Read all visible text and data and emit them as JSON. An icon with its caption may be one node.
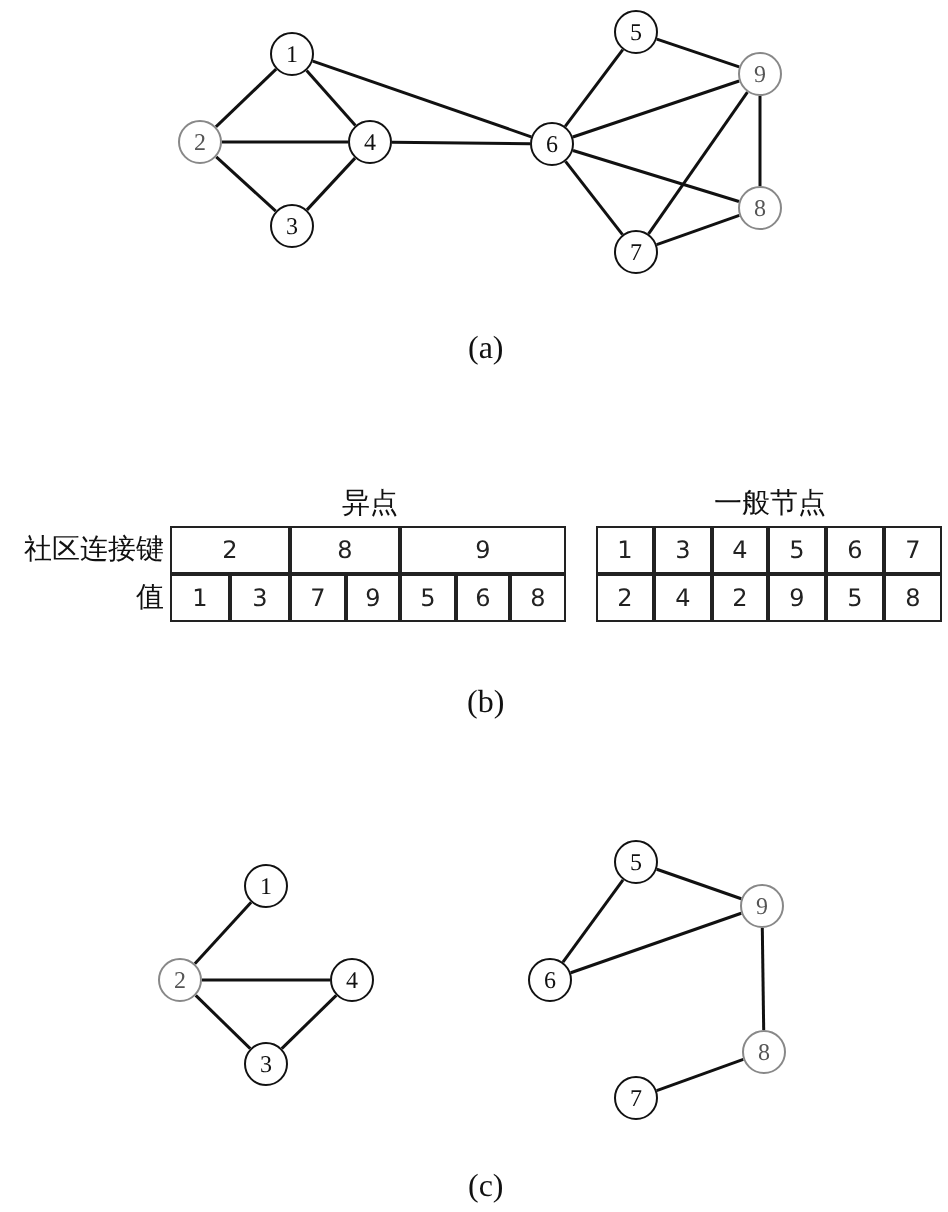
{
  "diagram": {
    "nodes": [
      {
        "text": [
          "1"
        ]
      },
      {
        "text": [
          "2"
        ]
      },
      {
        "text": [
          "3"
        ]
      },
      {
        "text": [
          "4"
        ]
      },
      {
        "text": [
          "5"
        ]
      },
      {
        "text": [
          "6"
        ]
      },
      {
        "text": [
          "7"
        ]
      },
      {
        "text": [
          "8"
        ]
      },
      {
        "text": [
          "9"
        ]
      },
      {
        "text": [
          "1"
        ]
      },
      {
        "text": [
          "2"
        ]
      },
      {
        "text": [
          "3"
        ]
      },
      {
        "text": [
          "4"
        ]
      },
      {
        "text": [
          "5"
        ]
      },
      {
        "text": [
          "6"
        ]
      },
      {
        "text": [
          "7"
        ]
      },
      {
        "text": [
          "8"
        ]
      },
      {
        "text": [
          "9"
        ]
      }
    ],
    "edges": [
      {
        "from": 0,
        "to": 1,
        "arrow": "none"
      },
      {
        "from": 0,
        "to": 3,
        "arrow": "none"
      },
      {
        "from": 0,
        "to": 5,
        "arrow": "none"
      },
      {
        "from": 1,
        "to": 3,
        "arrow": "none"
      },
      {
        "from": 1,
        "to": 2,
        "arrow": "none"
      },
      {
        "from": 2,
        "to": 3,
        "arrow": "none"
      },
      {
        "from": 3,
        "to": 5,
        "arrow": "none"
      },
      {
        "from": 5,
        "to": 4,
        "arrow": "none"
      },
      {
        "from": 5,
        "to": 8,
        "arrow": "none"
      },
      {
        "from": 5,
        "to": 7,
        "arrow": "none"
      },
      {
        "from": 5,
        "to": 6,
        "arrow": "none"
      },
      {
        "from": 4,
        "to": 8,
        "arrow": "none"
      },
      {
        "from": 8,
        "to": 7,
        "arrow": "none"
      },
      {
        "from": 8,
        "to": 6,
        "arrow": "none"
      },
      {
        "from": 6,
        "to": 7,
        "arrow": "none"
      },
      {
        "from": 10,
        "to": 9,
        "arrow": "none"
      },
      {
        "from": 10,
        "to": 12,
        "arrow": "none"
      },
      {
        "from": 10,
        "to": 11,
        "arrow": "none"
      },
      {
        "from": 11,
        "to": 12,
        "arrow": "none"
      },
      {
        "from": 13,
        "to": 17,
        "arrow": "none"
      },
      {
        "from": 13,
        "to": 14,
        "arrow": "none"
      },
      {
        "from": 14,
        "to": 17,
        "arrow": "none"
      },
      {
        "from": 17,
        "to": 16,
        "arrow": "none"
      },
      {
        "from": 16,
        "to": 15,
        "arrow": "none"
      }
    ],
    "labels": [
      "(a)",
      "异点",
      "一般节点",
      "社区连接键",
      "2",
      "8",
      "9",
      "1",
      "3",
      "4",
      "5",
      "6",
      "7",
      "值",
      "1",
      "3",
      "7",
      "9",
      "5",
      "6",
      "8",
      "2",
      "4",
      "2",
      "9",
      "5",
      "8",
      "(b)",
      "(c)"
    ]
  }
}
